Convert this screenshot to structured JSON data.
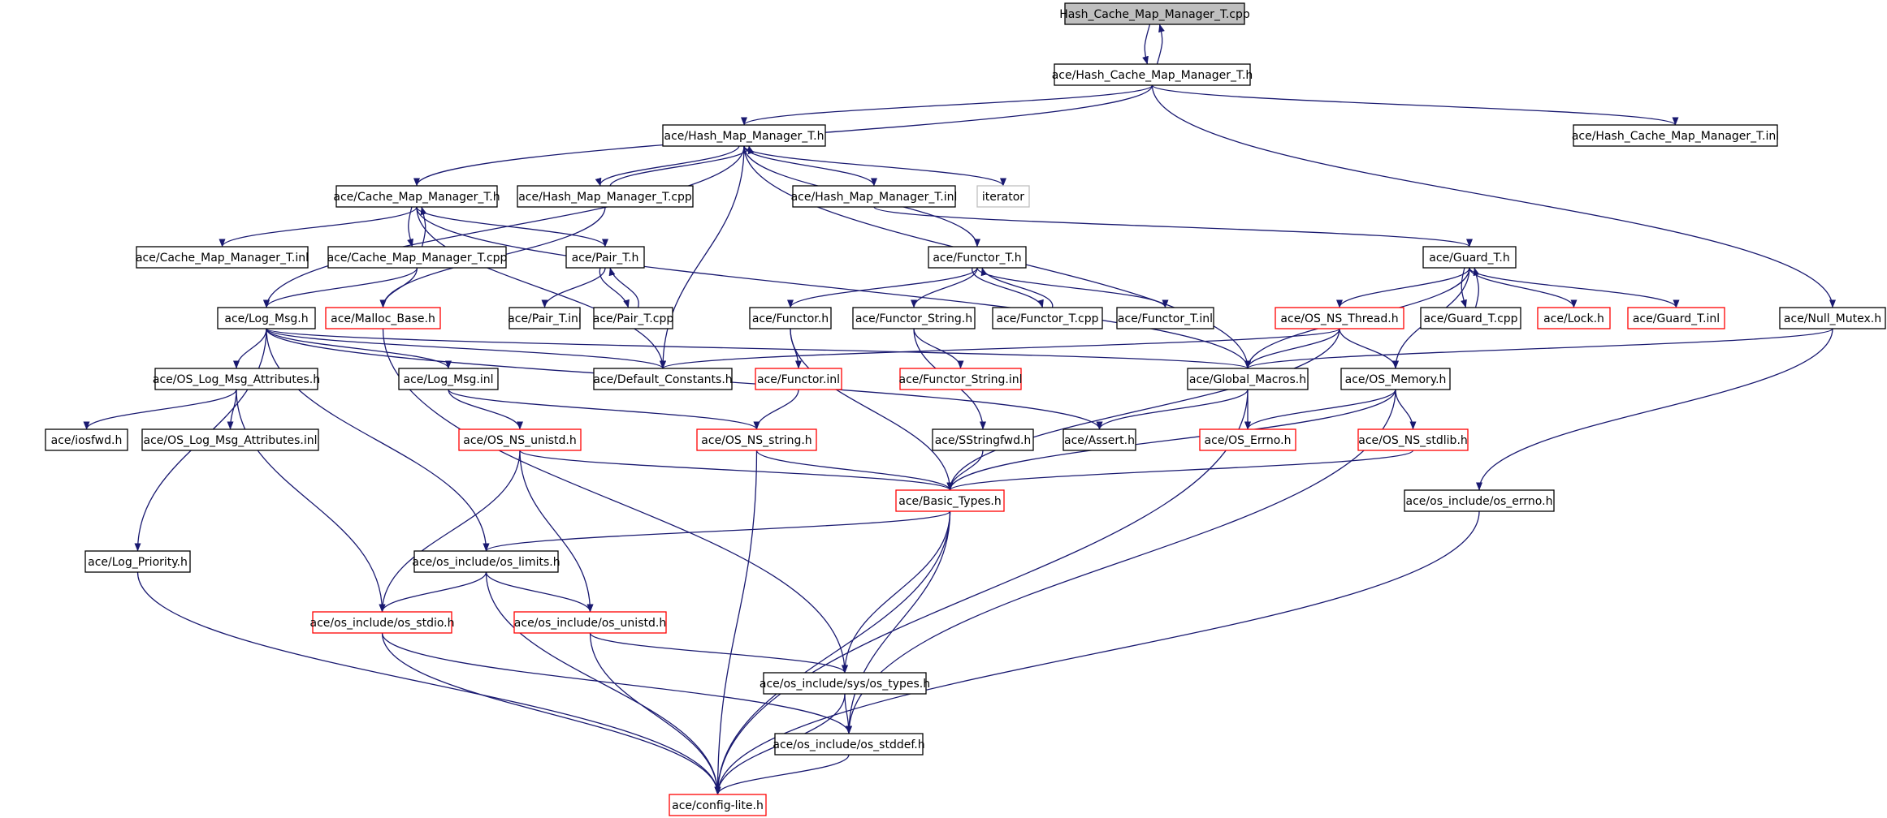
{
  "colors": {
    "edge": "#191970",
    "border_normal": "#000000",
    "border_incomplete": "#ff0000",
    "border_external": "#bfbfbf",
    "root_fill": "#bfbfbf",
    "node_fill": "#ffffff"
  },
  "nodes": [
    {
      "id": "n0",
      "label": "Hash_Cache_Map_Manager_T.cpp",
      "kind": "root"
    },
    {
      "id": "n1",
      "label": "ace/Hash_Cache_Map_Manager_T.h",
      "kind": "normal"
    },
    {
      "id": "n2",
      "label": "ace/Hash_Map_Manager_T.h",
      "kind": "normal"
    },
    {
      "id": "n3",
      "label": "ace/Hash_Cache_Map_Manager_T.inl",
      "kind": "normal"
    },
    {
      "id": "n4",
      "label": "ace/Cache_Map_Manager_T.h",
      "kind": "normal"
    },
    {
      "id": "n5",
      "label": "ace/Hash_Map_Manager_T.cpp",
      "kind": "normal"
    },
    {
      "id": "n6",
      "label": "ace/Hash_Map_Manager_T.inl",
      "kind": "normal"
    },
    {
      "id": "n7",
      "label": "iterator",
      "kind": "external"
    },
    {
      "id": "n8",
      "label": "ace/Cache_Map_Manager_T.inl",
      "kind": "normal"
    },
    {
      "id": "n9",
      "label": "ace/Cache_Map_Manager_T.cpp",
      "kind": "normal"
    },
    {
      "id": "n10",
      "label": "ace/Pair_T.h",
      "kind": "normal"
    },
    {
      "id": "n11",
      "label": "ace/Functor_T.h",
      "kind": "normal"
    },
    {
      "id": "n12",
      "label": "ace/Guard_T.h",
      "kind": "normal"
    },
    {
      "id": "n13",
      "label": "ace/Log_Msg.h",
      "kind": "normal"
    },
    {
      "id": "n14",
      "label": "ace/Malloc_Base.h",
      "kind": "incomplete"
    },
    {
      "id": "n15",
      "label": "ace/Pair_T.inl",
      "kind": "normal"
    },
    {
      "id": "n16",
      "label": "ace/Pair_T.cpp",
      "kind": "normal"
    },
    {
      "id": "n17",
      "label": "ace/Functor.h",
      "kind": "normal"
    },
    {
      "id": "n18",
      "label": "ace/Functor_String.h",
      "kind": "normal"
    },
    {
      "id": "n19",
      "label": "ace/Functor_T.cpp",
      "kind": "normal"
    },
    {
      "id": "n20",
      "label": "ace/Functor_T.inl",
      "kind": "normal"
    },
    {
      "id": "n21",
      "label": "ace/OS_NS_Thread.h",
      "kind": "incomplete"
    },
    {
      "id": "n22",
      "label": "ace/Guard_T.cpp",
      "kind": "normal"
    },
    {
      "id": "n23",
      "label": "ace/Lock.h",
      "kind": "incomplete"
    },
    {
      "id": "n24",
      "label": "ace/Guard_T.inl",
      "kind": "incomplete"
    },
    {
      "id": "n25",
      "label": "ace/Null_Mutex.h",
      "kind": "normal"
    },
    {
      "id": "n26",
      "label": "ace/OS_Log_Msg_Attributes.h",
      "kind": "normal"
    },
    {
      "id": "n27",
      "label": "ace/Log_Msg.inl",
      "kind": "normal"
    },
    {
      "id": "n28",
      "label": "ace/Default_Constants.h",
      "kind": "normal"
    },
    {
      "id": "n29",
      "label": "ace/Functor.inl",
      "kind": "incomplete"
    },
    {
      "id": "n30",
      "label": "ace/Functor_String.inl",
      "kind": "incomplete"
    },
    {
      "id": "n31",
      "label": "ace/Global_Macros.h",
      "kind": "normal"
    },
    {
      "id": "n32",
      "label": "ace/OS_Memory.h",
      "kind": "normal"
    },
    {
      "id": "n33",
      "label": "ace/iosfwd.h",
      "kind": "normal"
    },
    {
      "id": "n34",
      "label": "ace/OS_Log_Msg_Attributes.inl",
      "kind": "normal"
    },
    {
      "id": "n35",
      "label": "ace/OS_NS_unistd.h",
      "kind": "incomplete"
    },
    {
      "id": "n36",
      "label": "ace/OS_NS_string.h",
      "kind": "incomplete"
    },
    {
      "id": "n37",
      "label": "ace/SStringfwd.h",
      "kind": "normal"
    },
    {
      "id": "n38",
      "label": "ace/Assert.h",
      "kind": "normal"
    },
    {
      "id": "n39",
      "label": "ace/OS_Errno.h",
      "kind": "incomplete"
    },
    {
      "id": "n40",
      "label": "ace/OS_NS_stdlib.h",
      "kind": "incomplete"
    },
    {
      "id": "n41",
      "label": "ace/Basic_Types.h",
      "kind": "incomplete"
    },
    {
      "id": "n42",
      "label": "ace/os_include/os_errno.h",
      "kind": "normal"
    },
    {
      "id": "n43",
      "label": "ace/Log_Priority.h",
      "kind": "normal"
    },
    {
      "id": "n44",
      "label": "ace/os_include/os_limits.h",
      "kind": "normal"
    },
    {
      "id": "n45",
      "label": "ace/os_include/os_stdio.h",
      "kind": "incomplete"
    },
    {
      "id": "n46",
      "label": "ace/os_include/os_unistd.h",
      "kind": "incomplete"
    },
    {
      "id": "n47",
      "label": "ace/os_include/sys/os_types.h",
      "kind": "normal"
    },
    {
      "id": "n48",
      "label": "ace/os_include/os_stddef.h",
      "kind": "normal"
    },
    {
      "id": "n49",
      "label": "ace/config-lite.h",
      "kind": "incomplete"
    }
  ],
  "edges": [
    [
      "n0",
      "n1"
    ],
    [
      "n1",
      "n0"
    ],
    [
      "n1",
      "n2"
    ],
    [
      "n1",
      "n3"
    ],
    [
      "n1",
      "n4"
    ],
    [
      "n1",
      "n25"
    ],
    [
      "n2",
      "n5"
    ],
    [
      "n5",
      "n2"
    ],
    [
      "n2",
      "n6"
    ],
    [
      "n2",
      "n7"
    ],
    [
      "n2",
      "n13"
    ],
    [
      "n2",
      "n28"
    ],
    [
      "n2",
      "n11"
    ],
    [
      "n2",
      "n31"
    ],
    [
      "n4",
      "n8"
    ],
    [
      "n4",
      "n9"
    ],
    [
      "n9",
      "n4"
    ],
    [
      "n4",
      "n10"
    ],
    [
      "n4",
      "n28"
    ],
    [
      "n4",
      "n31"
    ],
    [
      "n5",
      "n14"
    ],
    [
      "n6",
      "n12"
    ],
    [
      "n9",
      "n13"
    ],
    [
      "n9",
      "n14"
    ],
    [
      "n10",
      "n15"
    ],
    [
      "n10",
      "n16"
    ],
    [
      "n16",
      "n10"
    ],
    [
      "n11",
      "n17"
    ],
    [
      "n11",
      "n18"
    ],
    [
      "n11",
      "n19"
    ],
    [
      "n19",
      "n11"
    ],
    [
      "n11",
      "n20"
    ],
    [
      "n12",
      "n21"
    ],
    [
      "n12",
      "n22"
    ],
    [
      "n22",
      "n12"
    ],
    [
      "n12",
      "n23"
    ],
    [
      "n12",
      "n24"
    ],
    [
      "n12",
      "n31"
    ],
    [
      "n12",
      "n32"
    ],
    [
      "n13",
      "n26"
    ],
    [
      "n13",
      "n27"
    ],
    [
      "n13",
      "n28"
    ],
    [
      "n13",
      "n31"
    ],
    [
      "n13",
      "n38"
    ],
    [
      "n13",
      "n43"
    ],
    [
      "n13",
      "n44"
    ],
    [
      "n14",
      "n47"
    ],
    [
      "n17",
      "n29"
    ],
    [
      "n17",
      "n41"
    ],
    [
      "n18",
      "n30"
    ],
    [
      "n18",
      "n37"
    ],
    [
      "n21",
      "n28"
    ],
    [
      "n21",
      "n31"
    ],
    [
      "n21",
      "n32"
    ],
    [
      "n21",
      "n41"
    ],
    [
      "n25",
      "n31"
    ],
    [
      "n25",
      "n42"
    ],
    [
      "n26",
      "n33"
    ],
    [
      "n26",
      "n34"
    ],
    [
      "n26",
      "n45"
    ],
    [
      "n27",
      "n35"
    ],
    [
      "n27",
      "n36"
    ],
    [
      "n29",
      "n36"
    ],
    [
      "n31",
      "n38"
    ],
    [
      "n31",
      "n39"
    ],
    [
      "n31",
      "n49"
    ],
    [
      "n32",
      "n39"
    ],
    [
      "n32",
      "n40"
    ],
    [
      "n32",
      "n41"
    ],
    [
      "n32",
      "n48"
    ],
    [
      "n35",
      "n41"
    ],
    [
      "n35",
      "n45"
    ],
    [
      "n35",
      "n46"
    ],
    [
      "n36",
      "n41"
    ],
    [
      "n36",
      "n49"
    ],
    [
      "n37",
      "n41"
    ],
    [
      "n40",
      "n41"
    ],
    [
      "n41",
      "n44"
    ],
    [
      "n41",
      "n47"
    ],
    [
      "n41",
      "n48"
    ],
    [
      "n41",
      "n49"
    ],
    [
      "n42",
      "n49"
    ],
    [
      "n43",
      "n49"
    ],
    [
      "n44",
      "n45"
    ],
    [
      "n44",
      "n46"
    ],
    [
      "n44",
      "n49"
    ],
    [
      "n45",
      "n48"
    ],
    [
      "n45",
      "n49"
    ],
    [
      "n46",
      "n47"
    ],
    [
      "n46",
      "n49"
    ],
    [
      "n47",
      "n48"
    ],
    [
      "n47",
      "n49"
    ],
    [
      "n48",
      "n49"
    ]
  ]
}
